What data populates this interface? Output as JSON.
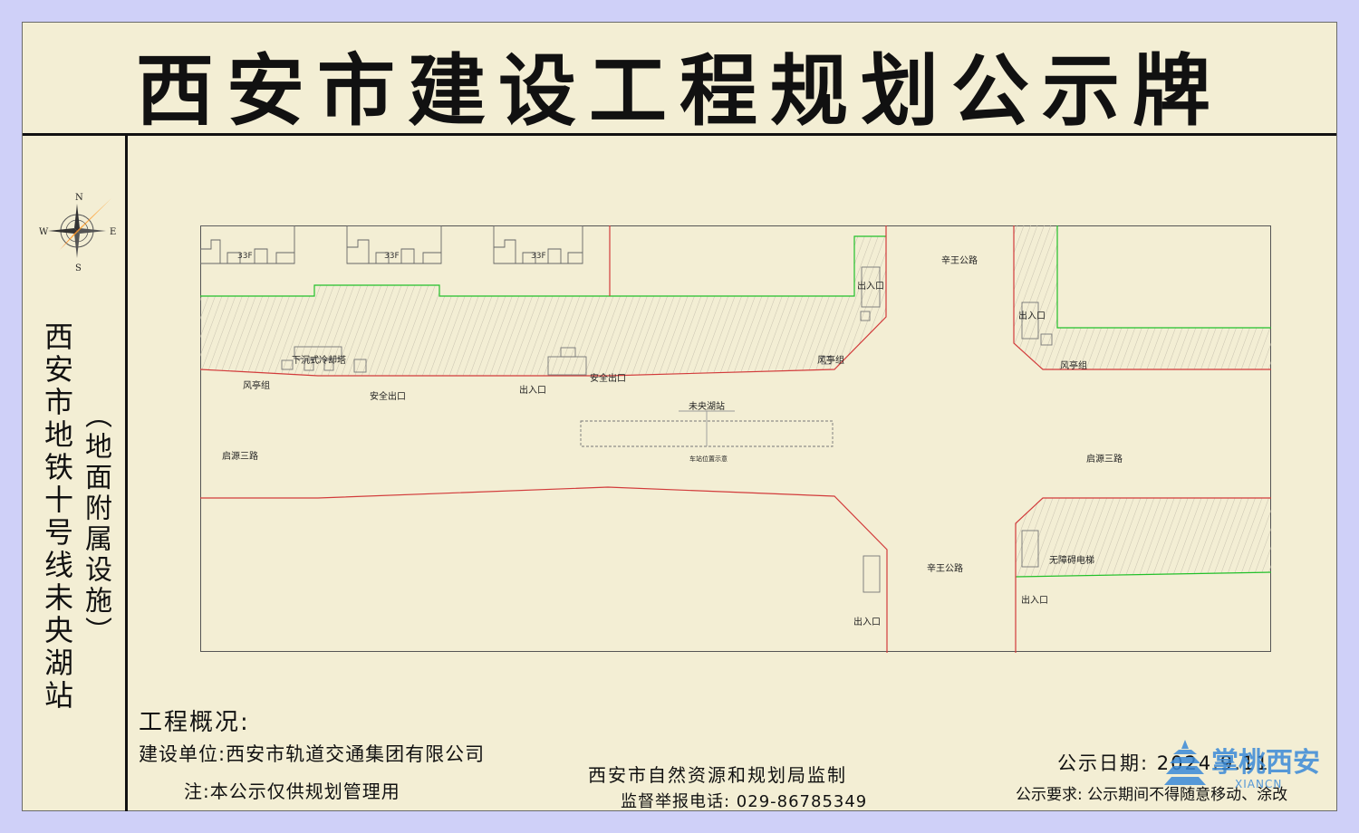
{
  "title": "西安市建设工程规划公示牌",
  "side": {
    "main": "西安市地铁十号线未央湖站",
    "sub": "（地面附属设施）"
  },
  "compass": {
    "n": "N",
    "s": "S",
    "e": "E",
    "w": "W"
  },
  "plan": {
    "building_label": "33F",
    "roads": {
      "xinwang_top": "辛王公路",
      "xinwang_bottom": "辛王公路",
      "qiyuan_left": "启源三路",
      "qiyuan_right": "启源三路"
    },
    "labels": {
      "cooling_tower": "下沉式冷却塔",
      "wind_left": "风亭组",
      "safety_exit_left": "安全出口",
      "entrance_left": "出入口",
      "safety_exit_mid": "安全出口",
      "wind_mid": "风亭组",
      "entrance_top_mid": "出入口",
      "entrance_top_right": "出入口",
      "wind_right": "风亭组",
      "station": "未央湖站",
      "station_box": "车站位置示意",
      "entrance_bottom_mid": "出入口",
      "elevator": "无障碍电梯",
      "entrance_bottom_right": "出入口"
    }
  },
  "footer": {
    "overview": "工程概况:",
    "builder": "建设单位:西安市轨道交通集团有限公司",
    "note": "注:本公示仅供规划管理用",
    "supervisor": "西安市自然资源和规划局监制",
    "hotline": "监督举报电话: 029-86785349",
    "date": "公示日期: 2024.9.11",
    "requirement": "公示要求: 公示期间不得随意移动、涂改"
  },
  "watermark": {
    "cn": "掌桃西安",
    "en": "XIANCN"
  },
  "colors": {
    "boundary": "#d23b3b",
    "green_line": "#22c02a",
    "title": "#111111",
    "background": "#f3eed4",
    "page": "#cfd0f8"
  }
}
